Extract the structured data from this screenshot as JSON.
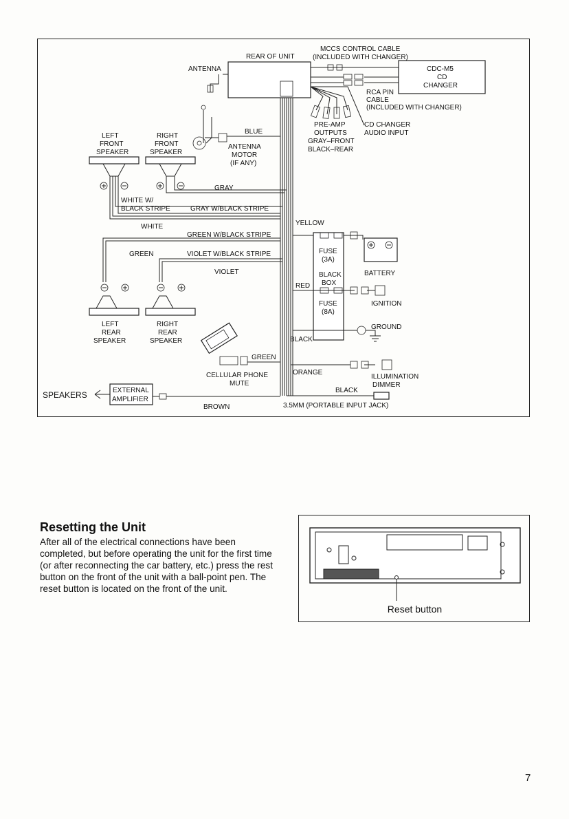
{
  "diagram": {
    "rear_of_unit": "REAR OF UNIT",
    "antenna": "ANTENNA",
    "mccs_line1": "MCCS CONTROL CABLE",
    "mccs_line2": "(INCLUDED WITH CHANGER)",
    "cdc_line1": "CDC-M5",
    "cdc_line2": "CD",
    "cdc_line3": "CHANGER",
    "rca_line1": "RCA PIN",
    "rca_line2": "CABLE",
    "rca_line3": "(INCLUDED WITH CHANGER)",
    "preamp_line1": "PRE-AMP",
    "preamp_line2": "OUTPUTS",
    "preamp_line3": "GRAY–FRONT",
    "preamp_line4": "BLACK–REAR",
    "cdaudio_line1": "CD CHANGER",
    "cdaudio_line2": "AUDIO INPUT",
    "lfs_line1": "LEFT",
    "lfs_line2": "FRONT",
    "lfs_line3": "SPEAKER",
    "rfs_line1": "RIGHT",
    "rfs_line2": "FRONT",
    "rfs_line3": "SPEAKER",
    "blue": "BLUE",
    "motor_line1": "ANTENNA",
    "motor_line2": "MOTOR",
    "motor_line3": "(IF ANY)",
    "gray": "GRAY",
    "white_w_line1": "WHITE W/",
    "white_w_line2": "BLACK STRIPE",
    "gray_w_black": "GRAY W/BLACK STRIPE",
    "white": "WHITE",
    "green_w_black": "GREEN W/BLACK STRIPE",
    "green": "GREEN",
    "violet_w_black": "VIOLET W/BLACK STRIPE",
    "violet": "VIOLET",
    "yellow": "YELLOW",
    "fuse1_line1": "FUSE",
    "fuse1_line2": "(3A)",
    "black_box_line1": "BLACK",
    "black_box_line2": "BOX",
    "battery": "BATTERY",
    "red": "RED",
    "fuse2_line1": "FUSE",
    "fuse2_line2": "(8A)",
    "ignition": "IGNITION",
    "ground": "GROUND",
    "black": "BLACK",
    "lrs_line1": "LEFT",
    "lrs_line2": "REAR",
    "lrs_line3": "SPEAKER",
    "rrs_line1": "RIGHT",
    "rrs_line2": "REAR",
    "rrs_line3": "SPEAKER",
    "green_phone": "GREEN",
    "phone_line1": "CELLULAR PHONE",
    "phone_line2": "MUTE",
    "orange": "ORANGE",
    "illum_line1": "ILLUMINATION",
    "illum_line2": "DIMMER",
    "black_jack": "BLACK",
    "speakers": "SPEAKERS",
    "ext_line1": "EXTERNAL",
    "ext_line2": "AMPLIFIER",
    "brown": "BROWN",
    "jack": "3.5MM (PORTABLE INPUT JACK)"
  },
  "reset": {
    "title": "Resetting the Unit",
    "body": "After all of the electrical connections have been completed, but before operating the unit for the first time (or after reconnecting the car battery, etc.) press the rest button on the front of the unit with a ball-point pen. The reset button is located on the front of the unit."
  },
  "panel": {
    "caption": "Reset button"
  },
  "page_number": "7"
}
